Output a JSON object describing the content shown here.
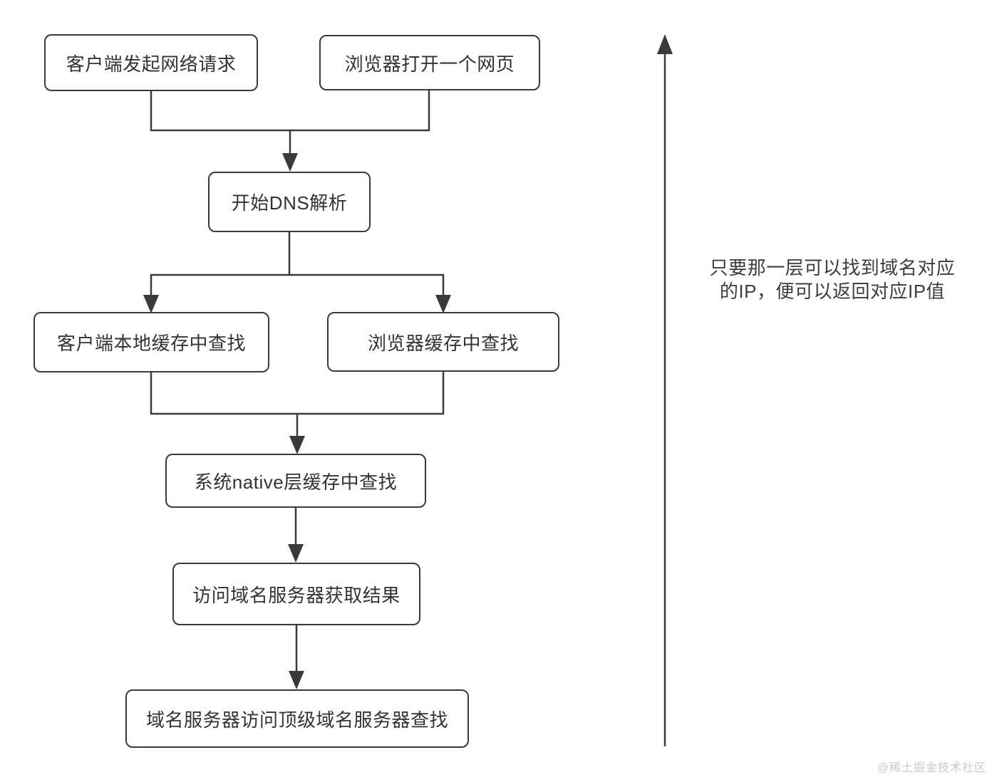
{
  "diagram": {
    "type": "flowchart",
    "topic": "DNS resolution lookup flow",
    "nodes": [
      {
        "id": "client-request",
        "label": "客户端发起网络请求"
      },
      {
        "id": "browser-open",
        "label": "浏览器打开一个网页"
      },
      {
        "id": "dns-start",
        "label": "开始DNS解析"
      },
      {
        "id": "client-cache",
        "label": "客户端本地缓存中查找"
      },
      {
        "id": "browser-cache",
        "label": "浏览器缓存中查找"
      },
      {
        "id": "native-cache",
        "label": "系统native层缓存中查找"
      },
      {
        "id": "dns-server",
        "label": "访问域名服务器获取结果"
      },
      {
        "id": "tld-server",
        "label": "域名服务器访问顶级域名服务器查找"
      }
    ],
    "edges": [
      {
        "from": "client-request",
        "to": "dns-start"
      },
      {
        "from": "browser-open",
        "to": "dns-start"
      },
      {
        "from": "dns-start",
        "to": "client-cache"
      },
      {
        "from": "dns-start",
        "to": "browser-cache"
      },
      {
        "from": "client-cache",
        "to": "native-cache"
      },
      {
        "from": "browser-cache",
        "to": "native-cache"
      },
      {
        "from": "native-cache",
        "to": "dns-server"
      },
      {
        "from": "dns-server",
        "to": "tld-server"
      }
    ],
    "annotation": {
      "line1": "只要那一层可以找到域名对应",
      "line2": "的IP，便可以返回对应IP值"
    },
    "side_arrow_direction": "up",
    "watermark": "@稀土掘金技术社区",
    "colors": {
      "stroke": "#3a3a3a",
      "text": "#333333",
      "watermark": "#c9c9c9",
      "background": "#ffffff"
    }
  }
}
